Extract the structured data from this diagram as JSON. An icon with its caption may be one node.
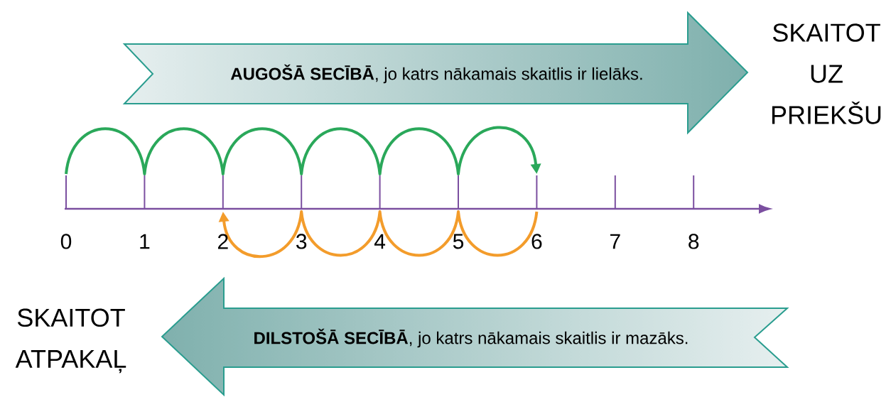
{
  "diagram": {
    "nodes": [
      {
        "text": [
          "**AUGOŠĀ SECĪBĀ**, jo katrs nākamais skaitlis ir lielāks."
        ],
        "beside": [
          "SKAITOT UZ PRIEKŠU"
        ]
      },
      {
        "text": [
          "**DILSTOŠĀ SECĪBĀ**, jo katrs nākamais skaitlis ir mazāks."
        ],
        "beside": [
          "SKAITOT ATPAKAĻ"
        ]
      }
    ],
    "labels": [
      "0",
      "1",
      "2",
      "3",
      "4",
      "5",
      "6",
      "7",
      "8"
    ]
  }
}
